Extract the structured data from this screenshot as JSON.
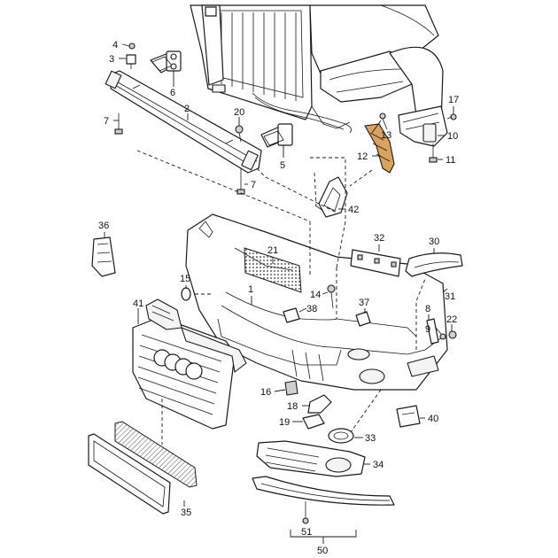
{
  "diagram": {
    "callouts": [
      {
        "id": "c4",
        "text": "4"
      },
      {
        "id": "c3",
        "text": "3"
      },
      {
        "id": "c6",
        "text": "6"
      },
      {
        "id": "c2",
        "text": "2"
      },
      {
        "id": "c7a",
        "text": "7"
      },
      {
        "id": "c20",
        "text": "20"
      },
      {
        "id": "c5",
        "text": "5"
      },
      {
        "id": "c7b",
        "text": "7"
      },
      {
        "id": "c17",
        "text": "17"
      },
      {
        "id": "c13",
        "text": "13"
      },
      {
        "id": "c10",
        "text": "10"
      },
      {
        "id": "c12",
        "text": "12"
      },
      {
        "id": "c11",
        "text": "11"
      },
      {
        "id": "c42",
        "text": "42"
      },
      {
        "id": "c36",
        "text": "36"
      },
      {
        "id": "c21",
        "text": "21"
      },
      {
        "id": "c32",
        "text": "32"
      },
      {
        "id": "c30",
        "text": "30"
      },
      {
        "id": "c31",
        "text": "31"
      },
      {
        "id": "c15",
        "text": "15"
      },
      {
        "id": "c1",
        "text": "1"
      },
      {
        "id": "c14",
        "text": "14"
      },
      {
        "id": "c41",
        "text": "41"
      },
      {
        "id": "c38",
        "text": "38"
      },
      {
        "id": "c37",
        "text": "37"
      },
      {
        "id": "c8",
        "text": "8"
      },
      {
        "id": "c9",
        "text": "9"
      },
      {
        "id": "c22",
        "text": "22"
      },
      {
        "id": "c16",
        "text": "16"
      },
      {
        "id": "c18",
        "text": "18"
      },
      {
        "id": "c19",
        "text": "19"
      },
      {
        "id": "c40",
        "text": "40"
      },
      {
        "id": "c33",
        "text": "33"
      },
      {
        "id": "c34",
        "text": "34"
      },
      {
        "id": "c35",
        "text": "35"
      },
      {
        "id": "c51",
        "text": "51"
      },
      {
        "id": "c50",
        "text": "50"
      }
    ]
  }
}
